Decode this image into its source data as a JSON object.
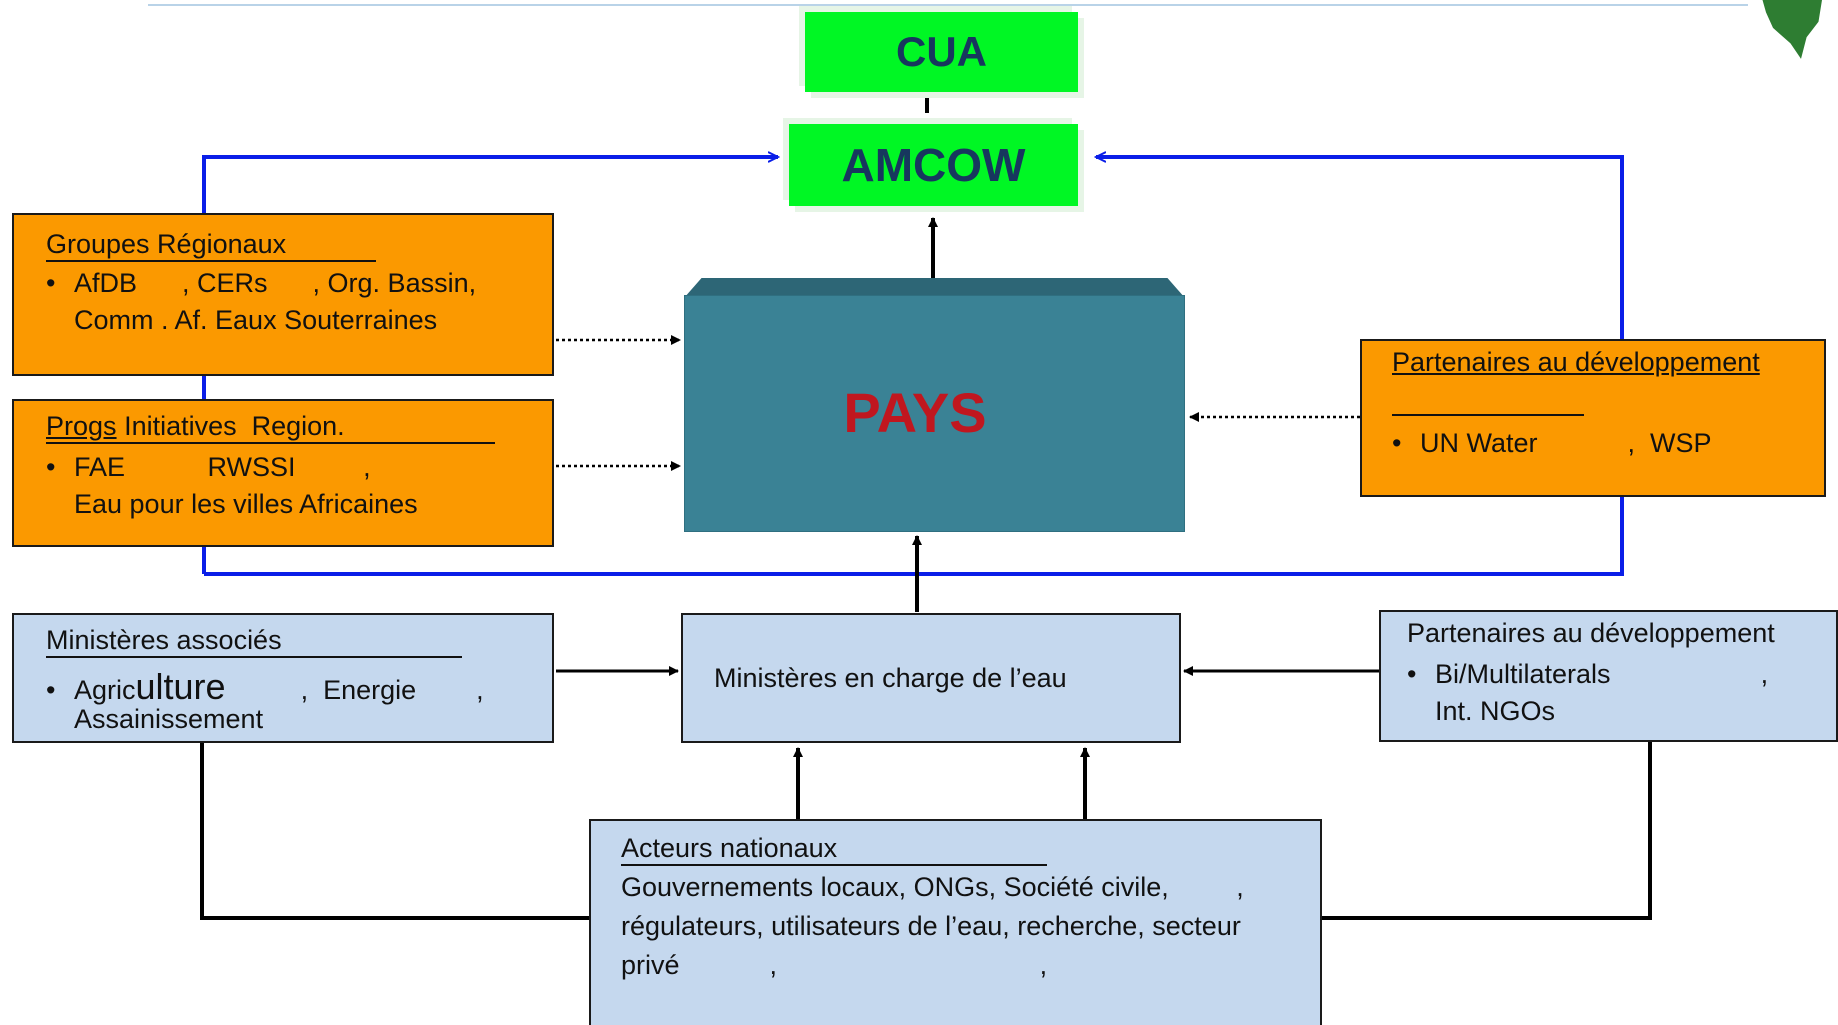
{
  "top": {
    "cua": "CUA",
    "amcow": "AMCOW",
    "pays": "PAYS"
  },
  "regional_groups": {
    "title": "Groupes Régionaux",
    "line1": "AfDB      , CERs      , Org. Bassin,",
    "line2": "Comm . Af. Eaux Souterraines"
  },
  "regional_initiatives": {
    "title_part1": "Progs",
    "title_part2": "Initiatives  Region.",
    "line1": "FAE           RWSSI         ,",
    "line2": "Eau pour les villes Africaines"
  },
  "dev_partners_top": {
    "title": "Partenaires au développement",
    "line1": "UN Water            ,  WSP"
  },
  "associated_ministries": {
    "title": "Ministères associés",
    "agri_small": "Agric",
    "agri_large": "ulture",
    "line1_rest": "          ,  Energie        ,",
    "line2": "Assainissement"
  },
  "water_ministries": {
    "label": "Ministères en charge de l’eau"
  },
  "dev_partners_bottom": {
    "title": "Partenaires au développement",
    "line1": "Bi/Multilaterals                    ,",
    "line2": "Int. NGOs"
  },
  "national_actors": {
    "title": "Acteurs nationaux",
    "line1": "Gouvernements locaux, ONGs, Société civile,         ,",
    "line2": "régulateurs, utilisateurs de l’eau, recherche, secteur",
    "line3": "privé            ,                                   ,"
  },
  "colors": {
    "orange": "#fb9900",
    "light_blue": "#c5d8ee",
    "green": "#00f724",
    "teal": "#3a8295",
    "red_text": "#c0171f",
    "navy_text": "#17375e",
    "blue_connector": "#0a1ee8"
  }
}
